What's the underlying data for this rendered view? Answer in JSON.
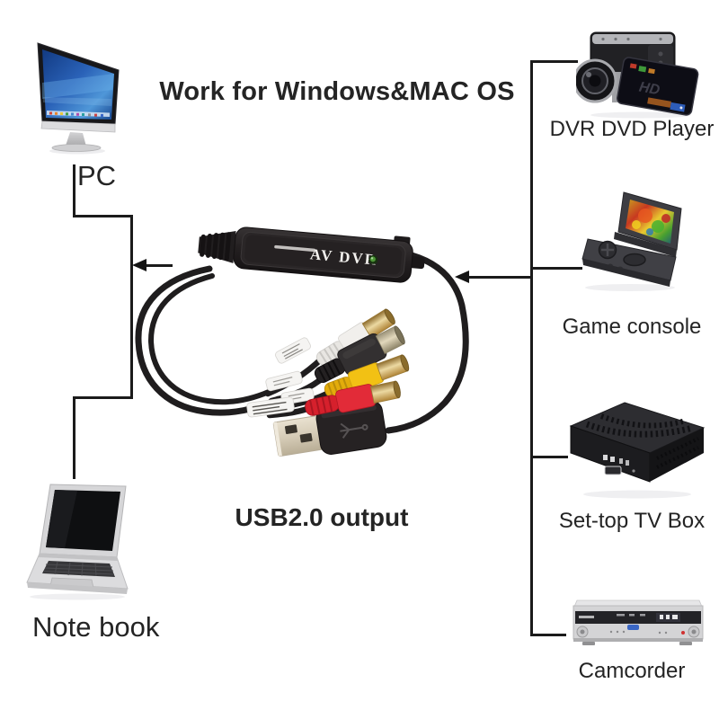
{
  "title": "Work for Windows&MAC OS",
  "capture_device": {
    "name_label": "AV DVR",
    "output_label": "USB2.0 output"
  },
  "left_devices": {
    "pc": "PC",
    "notebook": "Note book"
  },
  "right_devices": {
    "items": [
      {
        "label": "DVR DVD Player"
      },
      {
        "label": "Game console"
      },
      {
        "label": "Set-top TV Box"
      },
      {
        "label": "Camcorder"
      }
    ]
  },
  "camcorder_screen_badge": "HD",
  "colors": {
    "diagram_line": "#1b1b1b",
    "cable_black": "#1f1d1e",
    "led_green": "#57a43d",
    "rca_white": "#f0eeeb",
    "rca_black": "#333031",
    "rca_yellow": "#f2c114",
    "rca_red": "#e22b38",
    "gold_barrel": "#d9b968",
    "imac_screen_blue": "#2a62b8"
  }
}
